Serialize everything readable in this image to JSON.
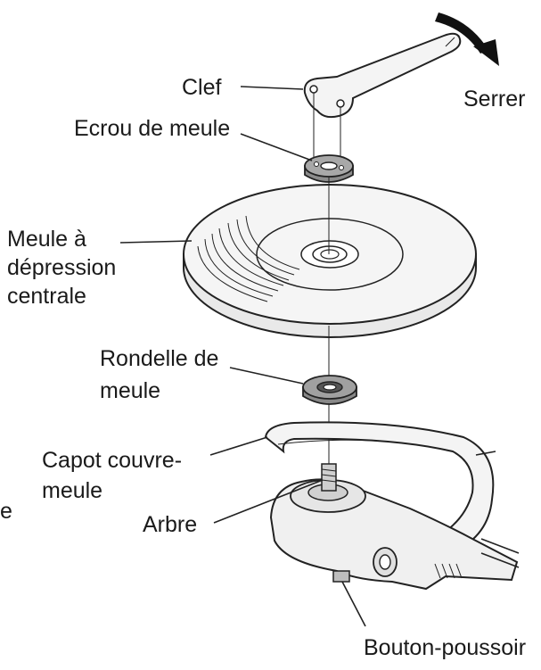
{
  "labels": {
    "clef": "Clef",
    "serrer": "Serrer",
    "ecrou": "Ecrou de meule",
    "meule_l1": "Meule à",
    "meule_l2": "dépression",
    "meule_l3": "centrale",
    "rondelle_l1": "Rondelle de",
    "rondelle_l2": "meule",
    "capot_l1": "Capot couvre-",
    "capot_l2": "meule",
    "edge_e": "e",
    "arbre": "Arbre",
    "bouton": "Bouton-poussoir"
  },
  "colors": {
    "line": "#222222",
    "part_fill": "#f2f2f2",
    "nut_fill": "#9a9a9a",
    "arrow_fill": "#111111"
  },
  "icons": {
    "rotation_arrow": "curved-arrow-icon"
  }
}
